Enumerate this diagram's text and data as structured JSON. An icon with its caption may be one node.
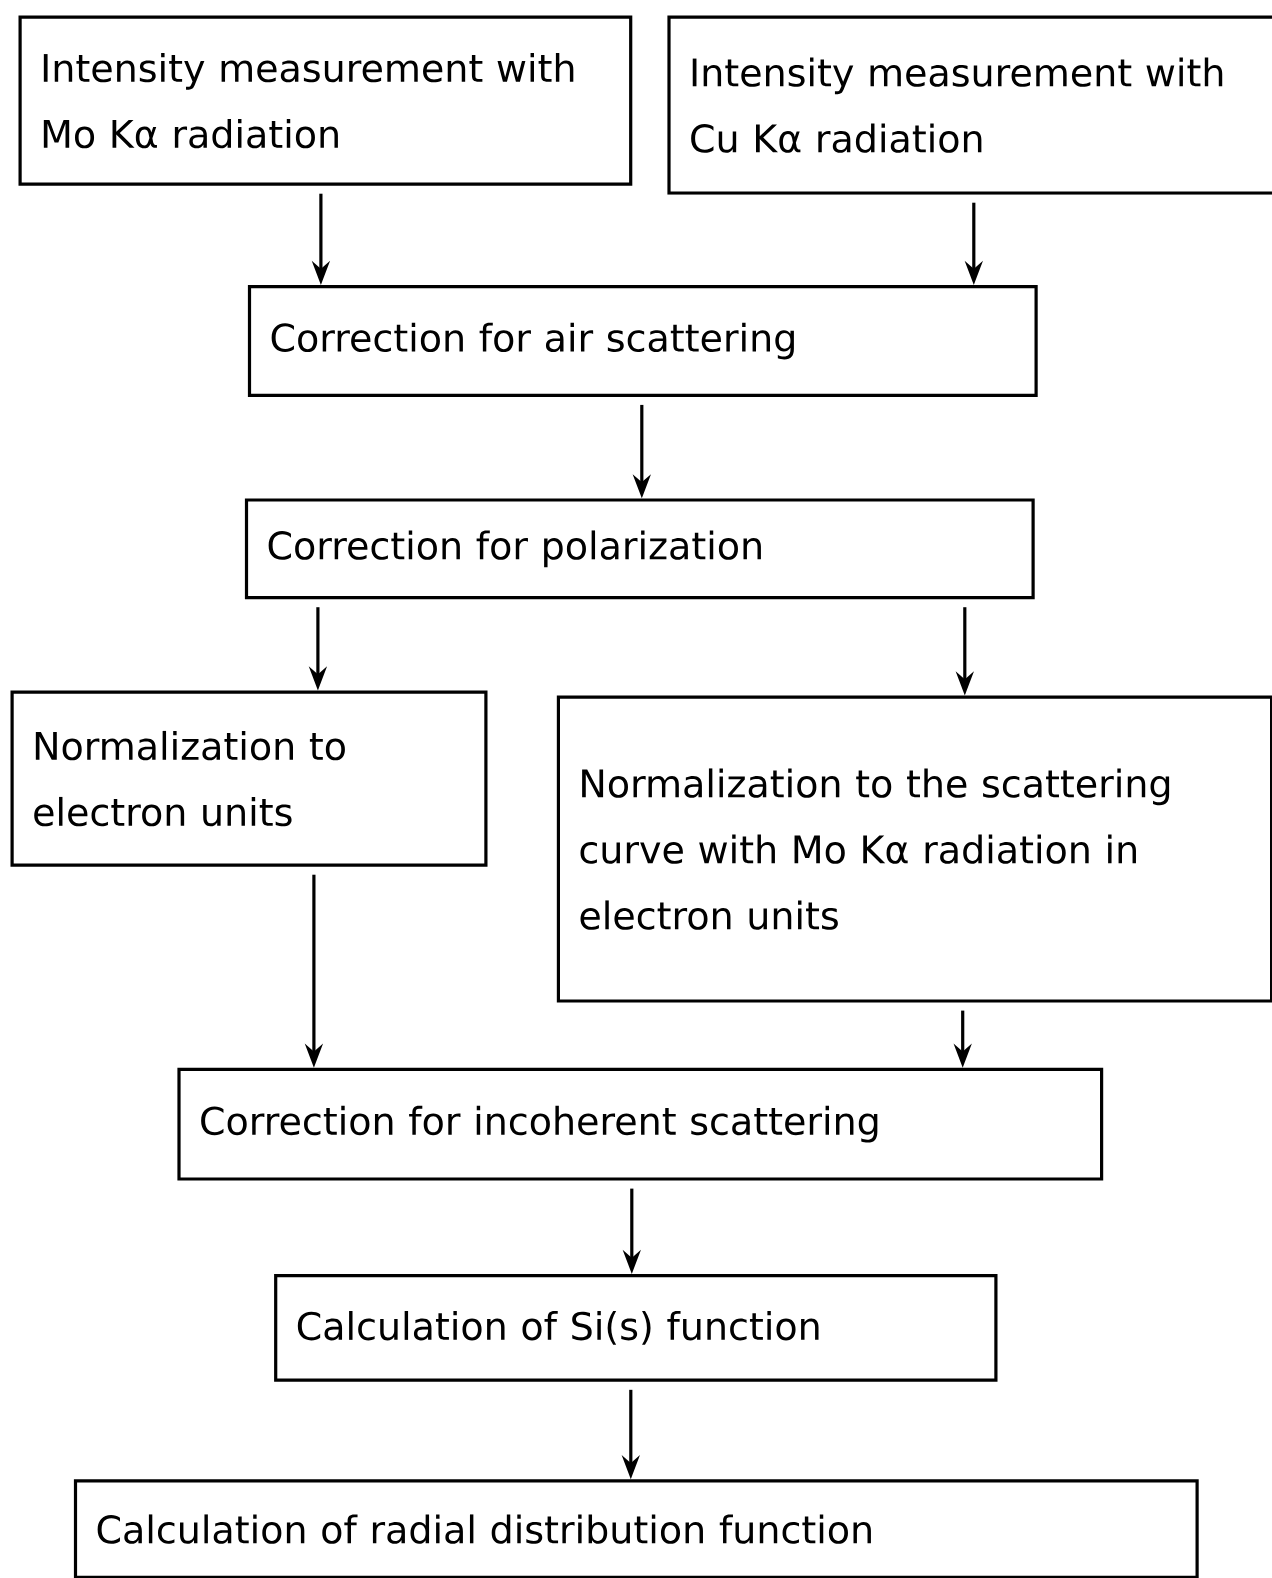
{
  "diagram": {
    "nodes": [
      {
        "text": [
          "Intensity measurement with Mo Kα radiation"
        ]
      },
      {
        "text": [
          "Intensity measurement with Cu Kα radiation"
        ]
      },
      {
        "text": [
          "Correction for air scattering"
        ]
      },
      {
        "text": [
          "Correction for polarization"
        ]
      },
      {
        "text": [
          "Normalization to electron units"
        ]
      },
      {
        "text": [
          "Normalization to the scattering curve with Mo Kα radiation in electron units"
        ]
      },
      {
        "text": [
          "Correction for incoherent scattering"
        ]
      },
      {
        "text": [
          "Calculation of Si(s) function"
        ]
      },
      {
        "text": [
          "Calculation of radial distribution function"
        ]
      }
    ],
    "edges": [
      {
        "from": 0,
        "to": 2,
        "arrow": "to"
      },
      {
        "from": 1,
        "to": 2,
        "arrow": "to"
      },
      {
        "from": 2,
        "to": 3,
        "arrow": "to"
      },
      {
        "from": 3,
        "to": 4,
        "arrow": "to"
      },
      {
        "from": 3,
        "to": 5,
        "arrow": "to"
      },
      {
        "from": 4,
        "to": 6,
        "arrow": "to"
      },
      {
        "from": 5,
        "to": 6,
        "arrow": "to"
      },
      {
        "from": 6,
        "to": 7,
        "arrow": "to"
      },
      {
        "from": 7,
        "to": 8,
        "arrow": "to"
      }
    ]
  }
}
